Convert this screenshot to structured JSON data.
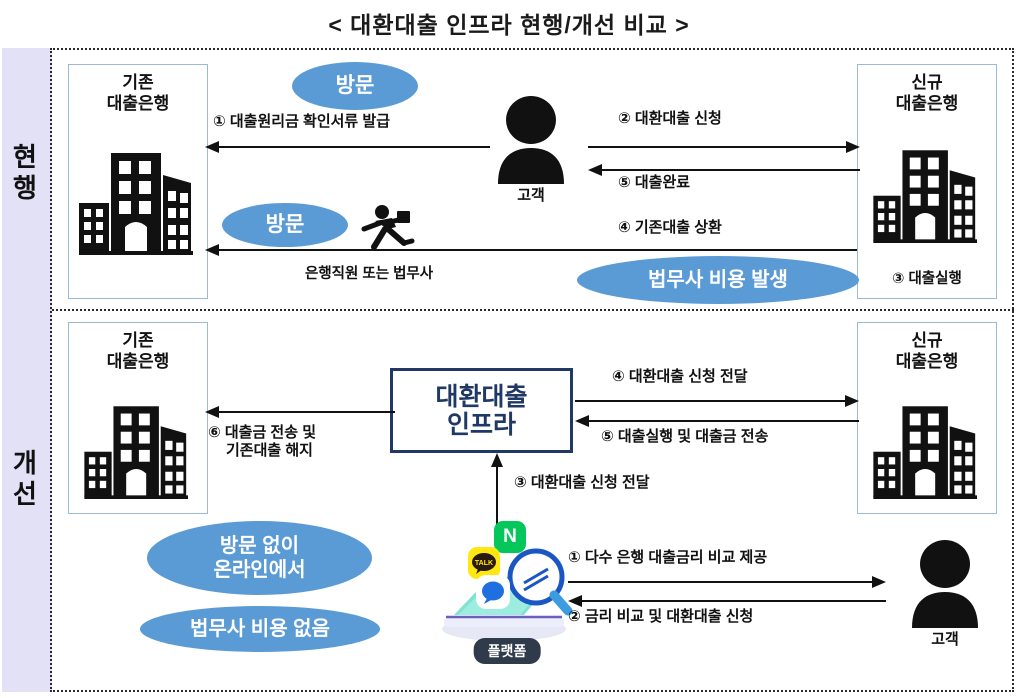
{
  "title": "< 대환대출 인프라 현행/개선 비교 >",
  "sidebar": {
    "current": {
      "line1": "현",
      "line2": "행"
    },
    "improved": {
      "line1": "개",
      "line2": "선"
    }
  },
  "colors": {
    "ellipse_blue": "#5b9bd5",
    "infra_navy": "#1f3864",
    "sidebar_lavender": "#e2e1f5",
    "bank_border": "#9cb9d6",
    "naver_green": "#03c75a",
    "kakao_yellow": "#ffe812"
  },
  "current_section": {
    "existing_bank": {
      "line1": "기존",
      "line2": "대출은행"
    },
    "new_bank": {
      "line1": "신규",
      "line2": "대출은행"
    },
    "new_bank_note": "③ 대출실행",
    "customer_label": "고객",
    "visit_badge_1": "방문",
    "visit_badge_2": "방문",
    "cost_badge": "법무사 비용 발생",
    "step1": "① 대출원리금 확인서류 발급",
    "step2": "② 대환대출 신청",
    "step4": "④ 기존대출 상환",
    "step5": "⑤ 대출완료",
    "courier_label": "은행직원 또는 법무사"
  },
  "improved_section": {
    "existing_bank": {
      "line1": "기존",
      "line2": "대출은행"
    },
    "new_bank": {
      "line1": "신규",
      "line2": "대출은행"
    },
    "infra": {
      "line1": "대환대출",
      "line2": "인프라"
    },
    "customer_label": "고객",
    "platform_badge": "플랫폼",
    "platform_icons": {
      "naver": "N",
      "kakao": "TALK"
    },
    "benefit_badge_1": {
      "line1": "방문 없이",
      "line2": "온라인에서"
    },
    "benefit_badge_2": "법무사 비용 없음",
    "step1": "① 다수 은행 대출금리 비교 제공",
    "step2": "② 금리 비교 및 대환대출 신청",
    "step3": "③ 대환대출 신청 전달",
    "step4": "④ 대환대출 신청 전달",
    "step5": "⑤ 대출실행 및 대출금 전송",
    "step6": {
      "line1": "⑥ 대출금 전송 및",
      "line2": "기존대출 해지"
    }
  }
}
